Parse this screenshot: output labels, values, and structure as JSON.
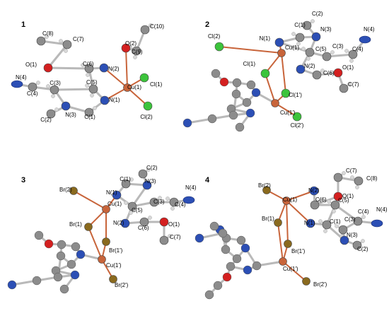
{
  "panels": [
    {
      "label": "1",
      "atoms": [
        {
          "el": "C",
          "text": "C(8)"
        },
        {
          "el": "C",
          "text": "C(7)"
        },
        {
          "el": "O",
          "text": "O(1)"
        },
        {
          "el": "C",
          "text": "C(6)"
        },
        {
          "el": "N",
          "text": "N(2)"
        },
        {
          "el": "O",
          "text": "O(2)"
        },
        {
          "el": "C",
          "text": "C(10)"
        },
        {
          "el": "C",
          "text": "C(9)"
        },
        {
          "el": "N",
          "text": "N(4)"
        },
        {
          "el": "C",
          "text": "C(3)"
        },
        {
          "el": "C",
          "text": "C(4)"
        },
        {
          "el": "C",
          "text": "C(5)"
        },
        {
          "el": "Cu",
          "text": "Cu(1)"
        },
        {
          "el": "Cl",
          "text": "Cl(1)"
        },
        {
          "el": "N",
          "text": "N(1)"
        },
        {
          "el": "N",
          "text": "N(3)"
        },
        {
          "el": "C",
          "text": "C(1)"
        },
        {
          "el": "Cl",
          "text": "Cl(2)"
        },
        {
          "el": "C",
          "text": "C(2)"
        }
      ]
    },
    {
      "label": "2",
      "atoms": [
        {
          "el": "C",
          "text": "C(2)"
        },
        {
          "el": "Cl",
          "text": "Cl(2)"
        },
        {
          "el": "N",
          "text": "N(1)"
        },
        {
          "el": "C",
          "text": "C(1)"
        },
        {
          "el": "N",
          "text": "N(3)"
        },
        {
          "el": "N",
          "text": "N(4)"
        },
        {
          "el": "Cu",
          "text": "Cu(1)"
        },
        {
          "el": "C",
          "text": "C(5)"
        },
        {
          "el": "C",
          "text": "C(3)"
        },
        {
          "el": "C",
          "text": "C(4)"
        },
        {
          "el": "Cl",
          "text": "Cl(1)"
        },
        {
          "el": "N",
          "text": "N(2)"
        },
        {
          "el": "C",
          "text": "C(6)"
        },
        {
          "el": "O",
          "text": "O(1)"
        },
        {
          "el": "C",
          "text": "C(7)"
        },
        {
          "el": "Cl",
          "text": "Cl(1')"
        },
        {
          "el": "Cu",
          "text": "Cu(1')"
        },
        {
          "el": "Cl",
          "text": "Cl(2')"
        }
      ]
    },
    {
      "label": "3",
      "atoms": [
        {
          "el": "C",
          "text": "C(2)"
        },
        {
          "el": "Br",
          "text": "Br(2)"
        },
        {
          "el": "C",
          "text": "C(1)"
        },
        {
          "el": "N",
          "text": "N(3)"
        },
        {
          "el": "N",
          "text": "N(1)"
        },
        {
          "el": "N",
          "text": "N(4)"
        },
        {
          "el": "Cu",
          "text": "Cu(1)"
        },
        {
          "el": "C",
          "text": "C(5)"
        },
        {
          "el": "C",
          "text": "C(3)"
        },
        {
          "el": "C",
          "text": "C(4)"
        },
        {
          "el": "Br",
          "text": "Br(1)"
        },
        {
          "el": "N",
          "text": "N(2)"
        },
        {
          "el": "C",
          "text": "C(6)"
        },
        {
          "el": "O",
          "text": "O(1)"
        },
        {
          "el": "C",
          "text": "C(7)"
        },
        {
          "el": "Br",
          "text": "Br(1')"
        },
        {
          "el": "Cu",
          "text": "Cu(1')"
        },
        {
          "el": "Br",
          "text": "Br(2')"
        }
      ]
    },
    {
      "label": "4",
      "atoms": [
        {
          "el": "C",
          "text": "C(7)"
        },
        {
          "el": "C",
          "text": "C(8)"
        },
        {
          "el": "Br",
          "text": "Br(2)"
        },
        {
          "el": "N",
          "text": "N(2)"
        },
        {
          "el": "O",
          "text": "O(1)"
        },
        {
          "el": "Cu",
          "text": "Cu(1)"
        },
        {
          "el": "C",
          "text": "C(6)"
        },
        {
          "el": "C",
          "text": "C(5)"
        },
        {
          "el": "N",
          "text": "N(4)"
        },
        {
          "el": "Br",
          "text": "Br(1)"
        },
        {
          "el": "N",
          "text": "N(1)"
        },
        {
          "el": "C",
          "text": "C(1)"
        },
        {
          "el": "C",
          "text": "C(4)"
        },
        {
          "el": "C",
          "text": "C(3)"
        },
        {
          "el": "N",
          "text": "N(3)"
        },
        {
          "el": "Br",
          "text": "Br(1')"
        },
        {
          "el": "C",
          "text": "C(2)"
        },
        {
          "el": "Cu",
          "text": "Cu(1')"
        },
        {
          "el": "Br",
          "text": "Br(2')"
        }
      ]
    }
  ],
  "element_colors": {
    "C": "#8c8c8c",
    "N": "#2c4fb5",
    "O": "#d42020",
    "Cl": "#3cc43c",
    "Cu": "#c8643a",
    "Br": "#8a6a1e",
    "H": "#d8d8d8",
    "bond": "#b9b9b9",
    "metal_bond": "#c8643a"
  }
}
